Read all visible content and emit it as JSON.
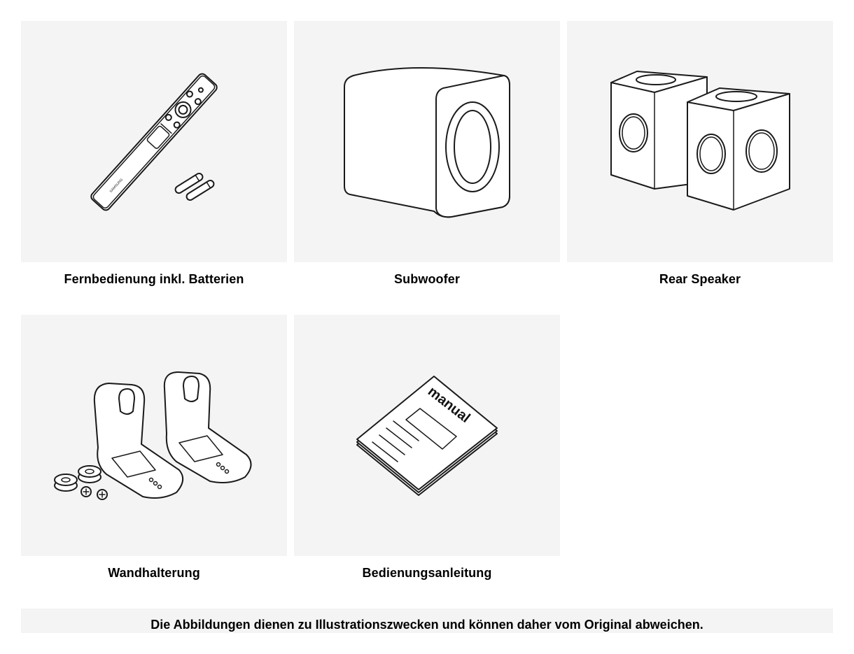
{
  "items": [
    {
      "label": "Fernbedienung inkl. Batterien",
      "icon": "remote-control-with-batteries"
    },
    {
      "label": "Subwoofer",
      "icon": "subwoofer"
    },
    {
      "label": "Rear Speaker",
      "icon": "rear-speakers"
    },
    {
      "label": "Wandhalterung",
      "icon": "wall-mount-brackets"
    },
    {
      "label": "Bedienungsanleitung",
      "icon": "manual-booklet"
    }
  ],
  "manual_cover_text": "manual",
  "remote_brand_text": "SAMSUNG",
  "notice": "Die Abbildungen dienen zu Illustrationszwecken und können daher vom Original abweichen."
}
